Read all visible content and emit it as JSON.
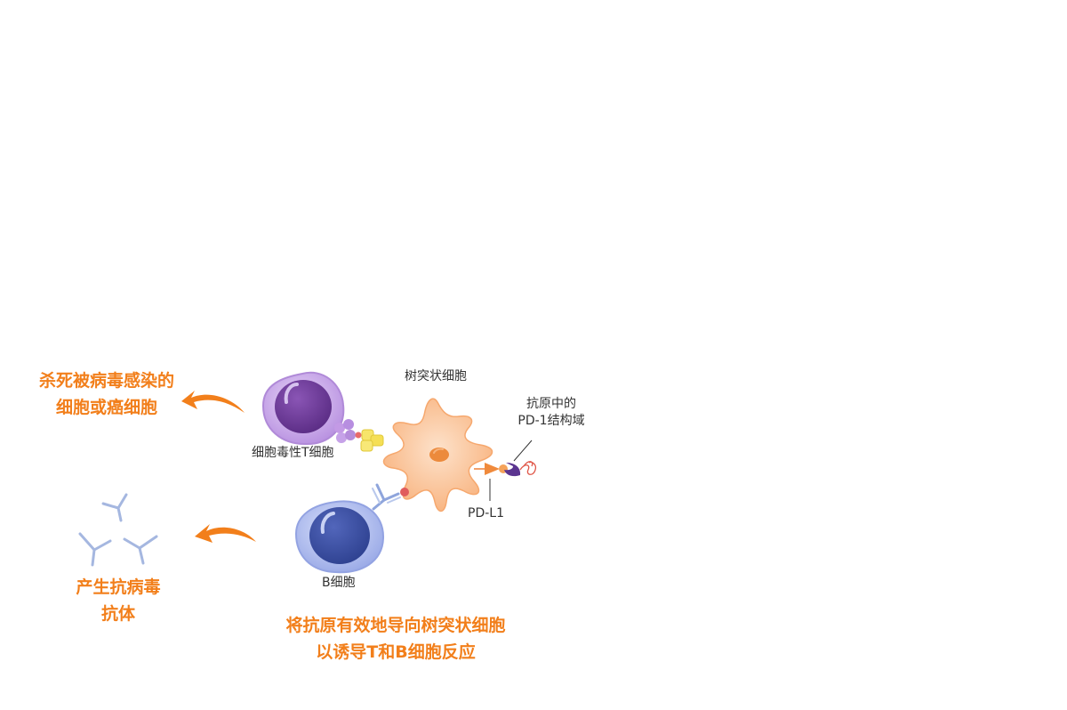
{
  "labels": {
    "kill_line1": "杀死被病毒感染的",
    "kill_line2": "细胞或癌细胞",
    "antibody_line1": "产生抗病毒",
    "antibody_line2": "抗体",
    "bottom_line1": "将抗原有效地导向树突状细胞",
    "bottom_line2": "以诱导T和B细胞反应",
    "dendritic_cell": "树突状细胞",
    "t_cell": "细胞毒性T细胞",
    "b_cell": "B细胞",
    "pd1_line1": "抗原中的",
    "pd1_line2": "PD-1结构域",
    "pdl1": "PD-L1"
  },
  "colors": {
    "accent_orange": "#f27f1b",
    "t_cell_outer": "#c9a6ea",
    "t_cell_nucleus": "#6e3a98",
    "b_cell_outer": "#a9b7ec",
    "b_cell_nucleus": "#3a4fa0",
    "dendritic": "#fbc396",
    "antibody": "#9db1dd"
  }
}
